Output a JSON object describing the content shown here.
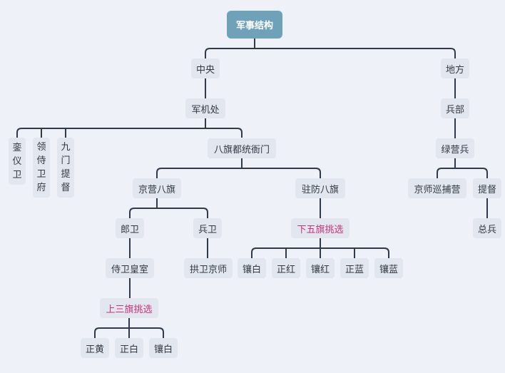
{
  "root": "军事结构",
  "branches": {
    "central": "中央",
    "local": "地方"
  },
  "central": {
    "junjichu": "军机处",
    "luanyiwei": "銮仪卫",
    "lingshiweifu": "领侍卫府",
    "jiumentidu": "九门提督",
    "baqi_dutong": "八旗都统衙门",
    "jingying_baqi": "京营八旗",
    "zhufang_baqi": "驻防八旗",
    "langwei": "郎卫",
    "bingwei": "兵卫",
    "shiwei_huangshi": "侍卫皇室",
    "gongwei_jingshi": "拱卫京师",
    "shangsanqi_note": "上三旗挑选",
    "xiawuqi_note": "下五旗挑选",
    "upper_banners": [
      "正黄",
      "正白",
      "镶白"
    ],
    "lower_banners": [
      "镶白",
      "正红",
      "镶红",
      "正蓝",
      "镶蓝"
    ]
  },
  "local": {
    "bingbu": "兵部",
    "lvyingbing": "绿营兵",
    "jingshi_xunbuying": "京师巡捕营",
    "tidu": "提督",
    "zongbing": "总兵"
  },
  "colors": {
    "background": "#eef2f8",
    "node": "#e2e7ef",
    "root": "#6fa2b8",
    "line": "#2f3b4c",
    "highlight_text": "#c8317a"
  }
}
